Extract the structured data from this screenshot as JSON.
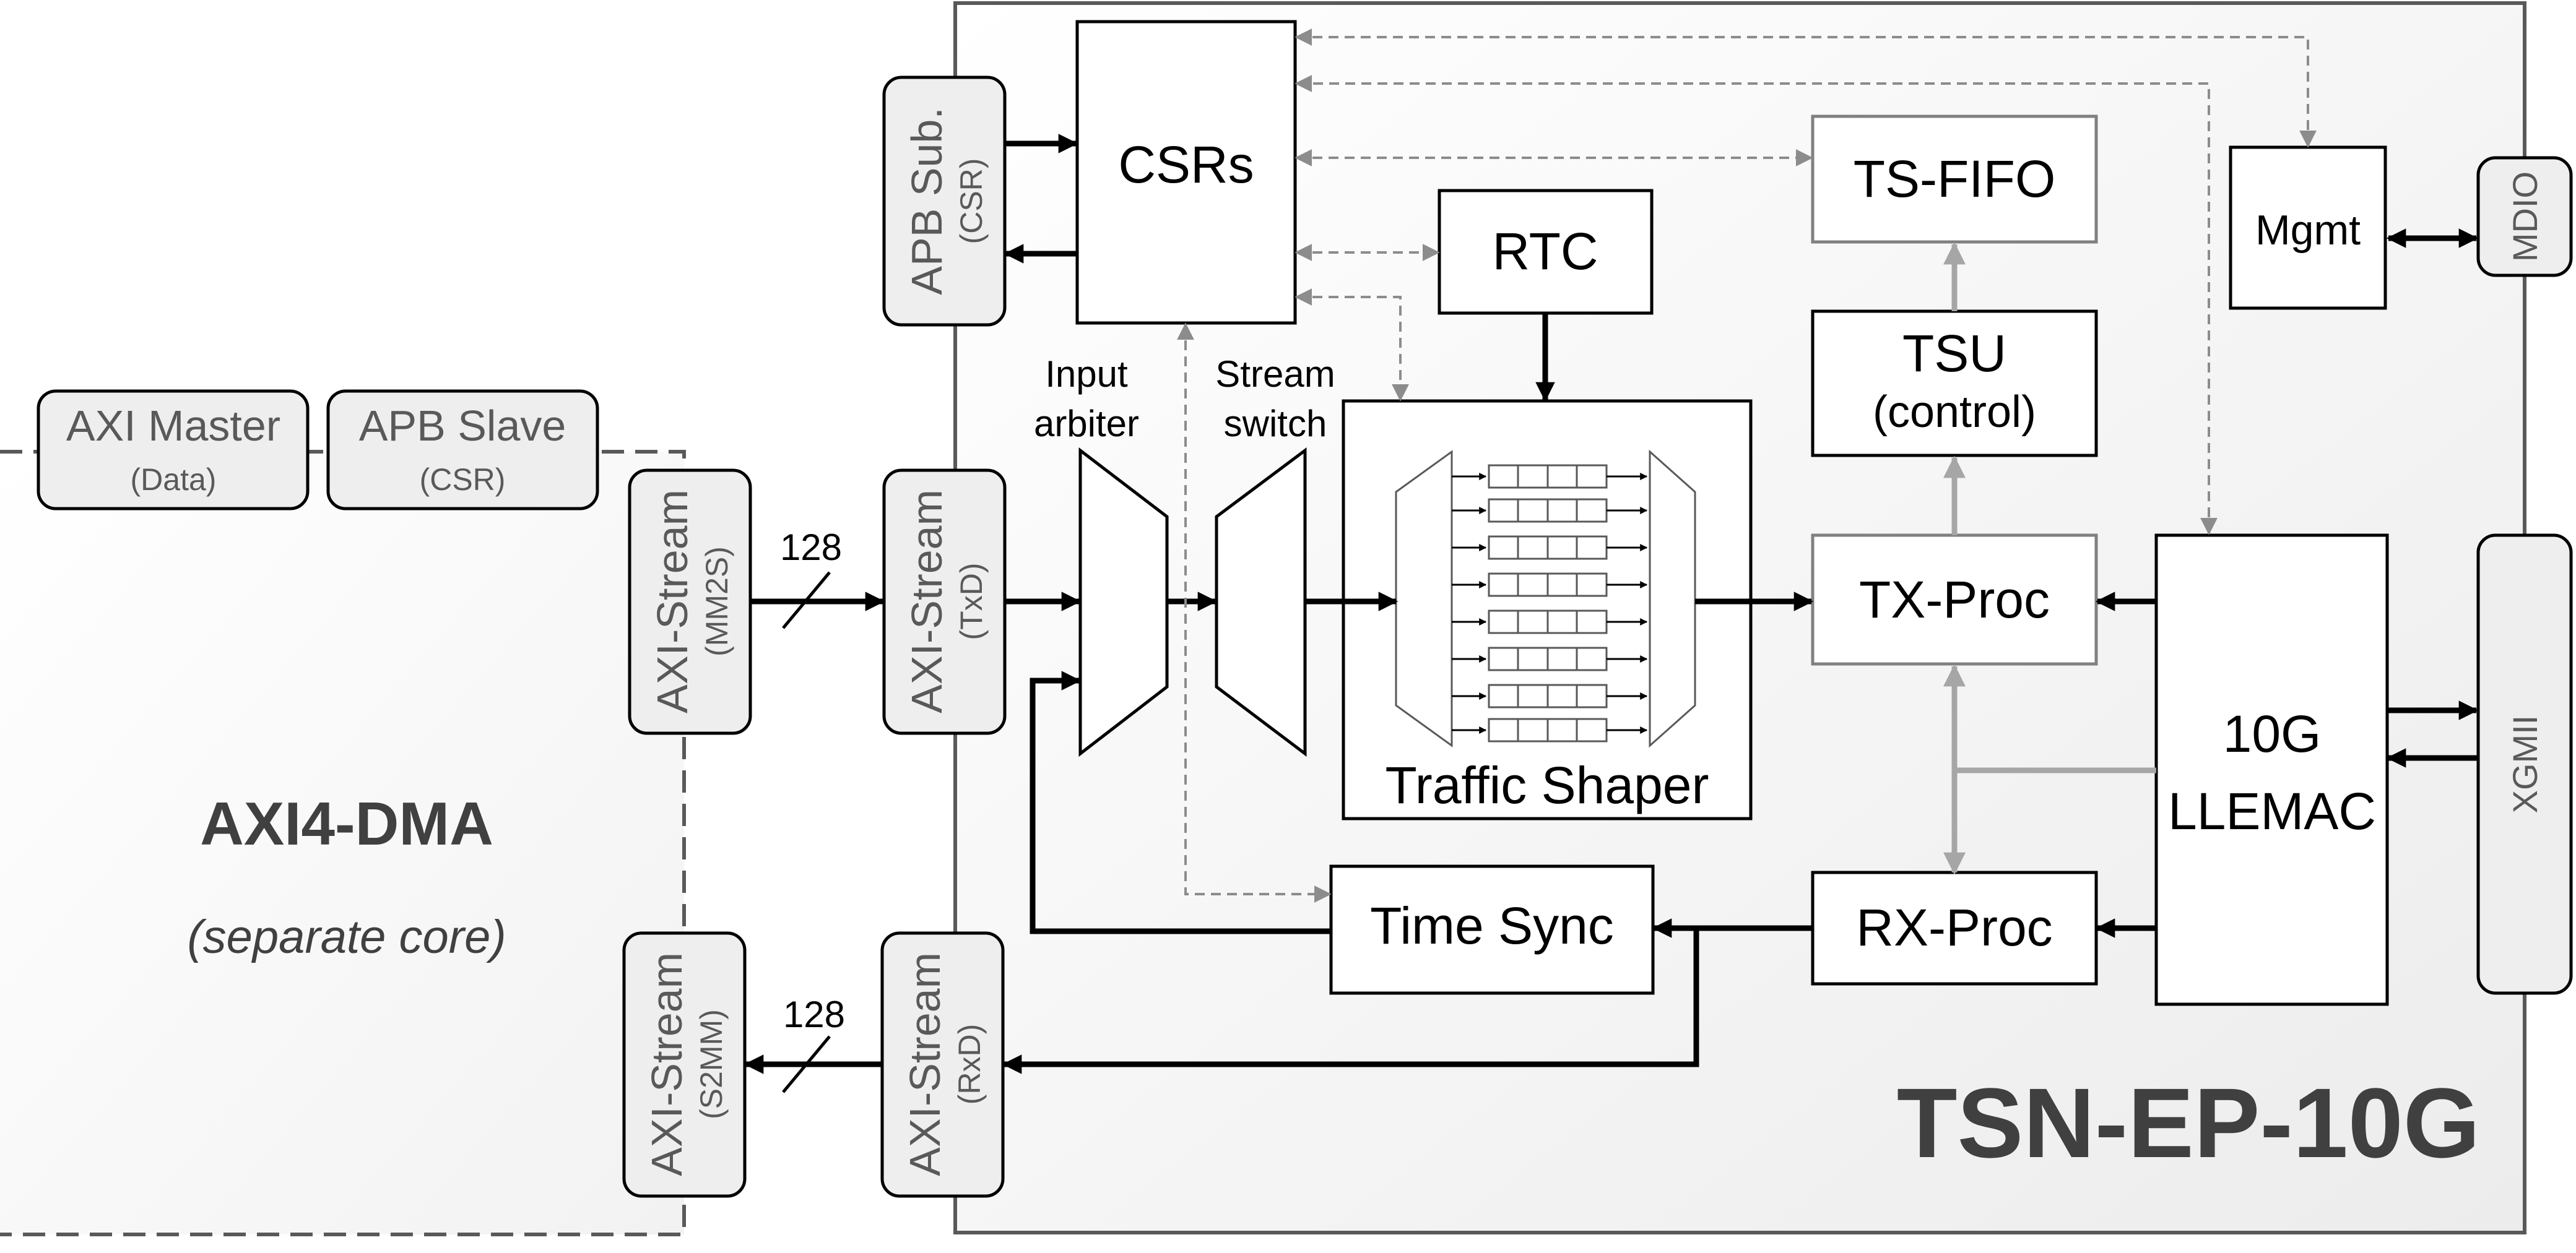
{
  "core": {
    "title": "TSN-EP-10G"
  },
  "dma": {
    "title": "AXI4-DMA",
    "subtitle": "(separate core)",
    "axi_master": {
      "title": "AXI Master",
      "sub": "(Data)"
    },
    "apb_slave": {
      "title": "APB Slave",
      "sub": "(CSR)"
    },
    "mm2s": {
      "title": "AXI-Stream",
      "sub": "(MM2S)"
    },
    "s2mm": {
      "title": "AXI-Stream",
      "sub": "(S2MM)"
    }
  },
  "interfaces": {
    "apb_sub": {
      "title": "APB Sub.",
      "sub": "(CSR)"
    },
    "axis_txd": {
      "title": "AXI-Stream",
      "sub": "(TxD)"
    },
    "axis_rxd": {
      "title": "AXI-Stream",
      "sub": "(RxD)"
    },
    "mdio": "MDIO",
    "xgmii": "XGMII"
  },
  "blocks": {
    "csrs": "CSRs",
    "rtc": "RTC",
    "ts_fifo": "TS-FIFO",
    "tsu_line1": "TSU",
    "tsu_line2": "(control)",
    "mgmt": "Mgmt",
    "tx_proc": "TX-Proc",
    "rx_proc": "RX-Proc",
    "llemac_line1": "10G",
    "llemac_line2": "LLEMAC",
    "time_sync": "Time Sync",
    "traffic_shaper": "Traffic Shaper"
  },
  "labels": {
    "input_arbiter_1": "Input",
    "input_arbiter_2": "arbiter",
    "stream_switch_1": "Stream",
    "stream_switch_2": "switch",
    "bus_width_tx": "128",
    "bus_width_rx": "128"
  },
  "colors": {
    "interface_fill": "#eeeeee",
    "interface_text": "#595959",
    "control_line": "#a6a6a6",
    "dashed_line": "#8c8c8c",
    "core_border": "#595959",
    "main_line": "#000000"
  }
}
